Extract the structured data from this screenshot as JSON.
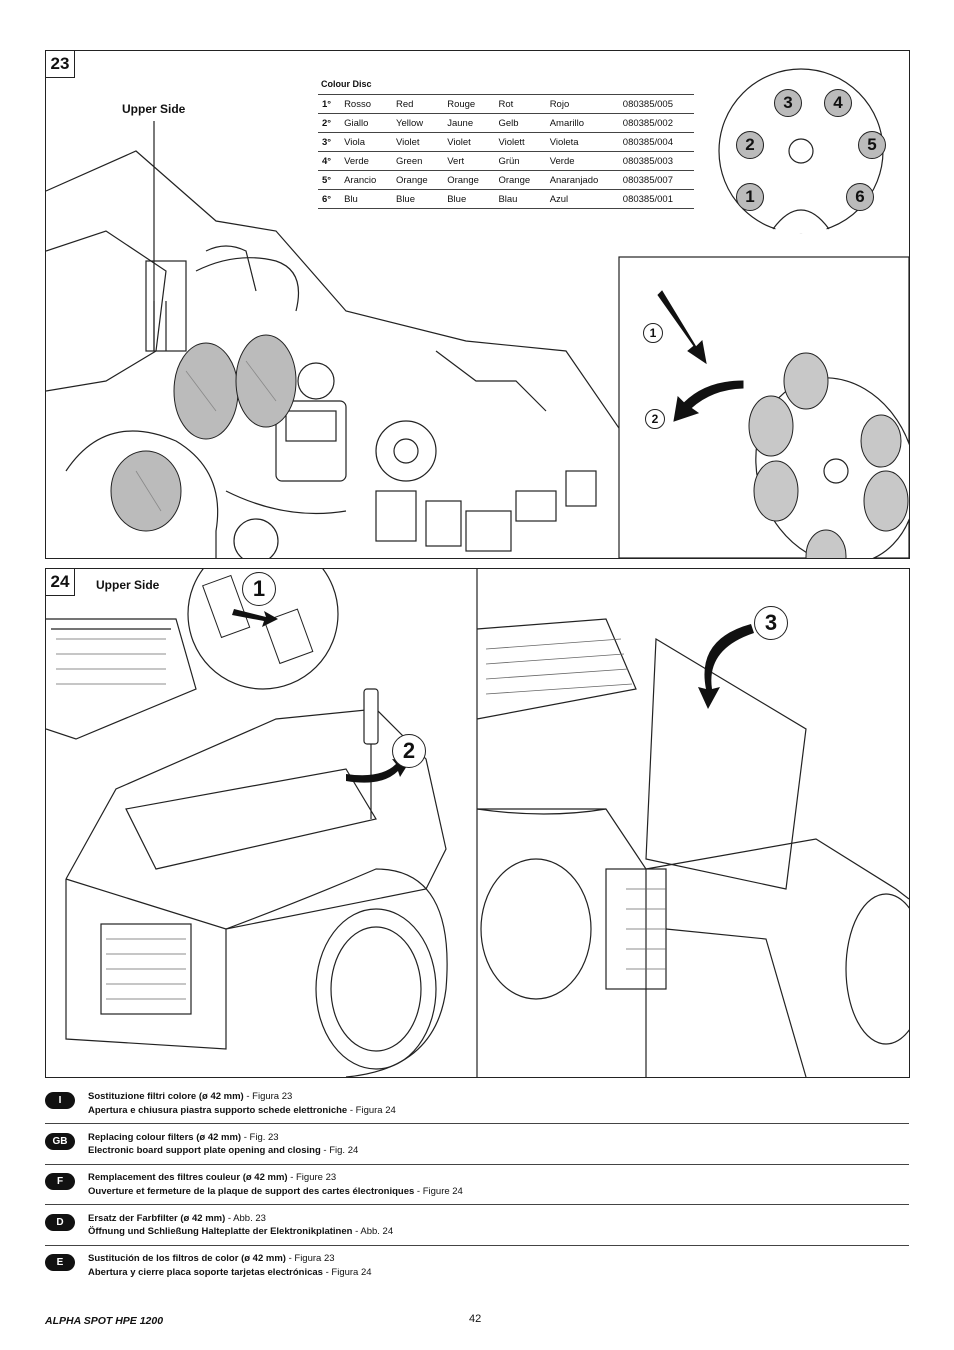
{
  "figures": {
    "fig23": {
      "number": "23",
      "upper_side": "Upper Side",
      "colour_disc_title": "Colour Disc",
      "colour_disc": [
        {
          "num": "1°",
          "it": "Rosso",
          "en": "Red",
          "fr": "Rouge",
          "de": "Rot",
          "es": "Rojo",
          "code": "080385/005"
        },
        {
          "num": "2°",
          "it": "Giallo",
          "en": "Yellow",
          "fr": "Jaune",
          "de": "Gelb",
          "es": "Amarillo",
          "code": "080385/002"
        },
        {
          "num": "3°",
          "it": "Viola",
          "en": "Violet",
          "fr": "Violet",
          "de": "Violett",
          "es": "Violeta",
          "code": "080385/004"
        },
        {
          "num": "4°",
          "it": "Verde",
          "en": "Green",
          "fr": "Vert",
          "de": "Grün",
          "es": "Verde",
          "code": "080385/003"
        },
        {
          "num": "5°",
          "it": "Arancio",
          "en": "Orange",
          "fr": "Orange",
          "de": "Orange",
          "es": "Anaranjado",
          "code": "080385/007"
        },
        {
          "num": "6°",
          "it": "Blu",
          "en": "Blue",
          "fr": "Blue",
          "de": "Blau",
          "es": "Azul",
          "code": "080385/001"
        }
      ],
      "disc_slot_labels": [
        "1",
        "2",
        "3",
        "4",
        "5",
        "6"
      ],
      "step_labels": [
        "1",
        "2"
      ]
    },
    "fig24": {
      "number": "24",
      "upper_side": "Upper Side",
      "step_labels": [
        "1",
        "2",
        "3"
      ]
    }
  },
  "languages": [
    {
      "code": "I",
      "line1_bold": "Sostituzione filtri colore (ø 42 mm)",
      "line1_rest": " - Figura 23",
      "line2_bold": "Apertura e chiusura piastra supporto schede elettroniche",
      "line2_rest": " - Figura 24"
    },
    {
      "code": "GB",
      "line1_bold": "Replacing colour filters (ø 42 mm)",
      "line1_rest": " - Fig. 23",
      "line2_bold": "Electronic board support plate opening and closing",
      "line2_rest": " - Fig. 24"
    },
    {
      "code": "F",
      "line1_bold": "Remplacement des filtres couleur (ø 42 mm)",
      "line1_rest": " - Figure 23",
      "line2_bold": "Ouverture et fermeture de la plaque de support des cartes électroniques",
      "line2_rest": " - Figure 24"
    },
    {
      "code": "D",
      "line1_bold": "Ersatz der Farbfilter (ø 42 mm)",
      "line1_rest": " - Abb. 23",
      "line2_bold": "Öffnung und Schließung Halteplatte der Elektronikplatinen",
      "line2_rest": " - Abb. 24"
    },
    {
      "code": "E",
      "line1_bold": "Sustitución de los filtros de color (ø 42 mm)",
      "line1_rest": " - Figura 23",
      "line2_bold": "Abertura y cierre placa soporte tarjetas electrónicas",
      "line2_rest": " - Figura 24"
    }
  ],
  "footer": {
    "product": "ALPHA SPOT HPE 1200",
    "page_number": "42"
  }
}
